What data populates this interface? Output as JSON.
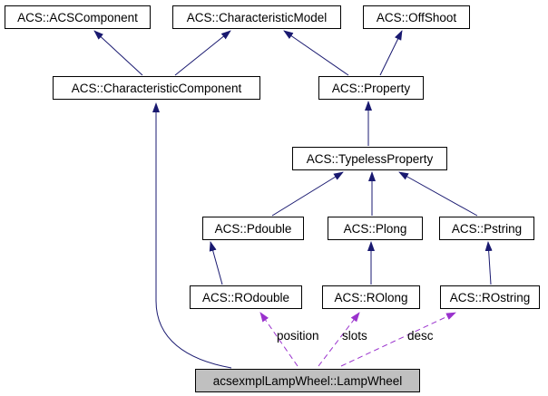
{
  "diagram": {
    "type": "class-inheritance-graph",
    "nodes": {
      "acscomponent": {
        "label": "ACS::ACSComponent"
      },
      "characteristicmodel": {
        "label": "ACS::CharacteristicModel"
      },
      "offshoot": {
        "label": "ACS::OffShoot"
      },
      "characteristiccomponent": {
        "label": "ACS::CharacteristicComponent"
      },
      "property": {
        "label": "ACS::Property"
      },
      "typelessproperty": {
        "label": "ACS::TypelessProperty"
      },
      "pdouble": {
        "label": "ACS::Pdouble"
      },
      "plong": {
        "label": "ACS::Plong"
      },
      "pstring": {
        "label": "ACS::Pstring"
      },
      "rodouble": {
        "label": "ACS::ROdouble"
      },
      "rolong": {
        "label": "ACS::ROlong"
      },
      "rostring": {
        "label": "ACS::ROstring"
      },
      "lampwheel": {
        "label": "acsexmplLampWheel::LampWheel",
        "highlighted": true
      }
    },
    "edge_labels": {
      "position": "position",
      "slots": "slots",
      "desc": "desc"
    },
    "colors": {
      "inheritance_edge": "#191970",
      "usage_edge": "#9a32cd",
      "node_background": "#ffffff",
      "highlight_background": "#c0c0c0",
      "node_border": "#000000",
      "page_background": "#ffffff"
    }
  }
}
